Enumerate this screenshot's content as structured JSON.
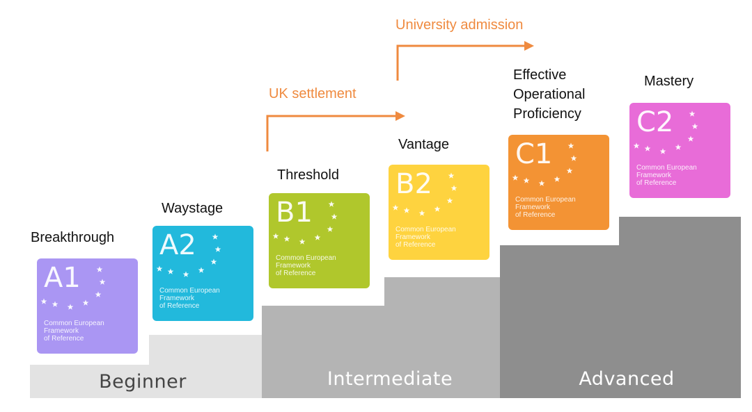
{
  "groups": [
    {
      "label": "Beginner",
      "color": "#444444"
    },
    {
      "label": "Intermediate",
      "color": "#ffffff"
    },
    {
      "label": "Advanced",
      "color": "#ffffff"
    }
  ],
  "levels": [
    {
      "code": "A1",
      "name_lines": [
        "Breakthrough"
      ],
      "color": "#aa96f3",
      "cef_lines": [
        "Common European",
        "Framework",
        "of Reference"
      ]
    },
    {
      "code": "A2",
      "name_lines": [
        "Waystage"
      ],
      "color": "#22b9dc",
      "cef_lines": [
        "Common European",
        "Framework",
        "of Reference"
      ]
    },
    {
      "code": "B1",
      "name_lines": [
        "Threshold"
      ],
      "color": "#b0c72c",
      "cef_lines": [
        "Common European",
        "Framework",
        "of Reference"
      ]
    },
    {
      "code": "B2",
      "name_lines": [
        "Vantage"
      ],
      "color": "#fed33f",
      "cef_lines": [
        "Common European",
        "Framework",
        "of Reference"
      ]
    },
    {
      "code": "C1",
      "name_lines": [
        "Effective",
        "Operational",
        "Proficiency"
      ],
      "color": "#f39334",
      "cef_lines": [
        "Common European",
        "Framework",
        "of Reference"
      ]
    },
    {
      "code": "C2",
      "name_lines": [
        "Mastery"
      ],
      "color": "#e86cd8",
      "cef_lines": [
        "Common European",
        "Framework",
        "of Reference"
      ]
    }
  ],
  "pathways": [
    {
      "label": "UK settlement"
    },
    {
      "label": "University admission"
    }
  ],
  "colors": {
    "accent": "#ef8a3f",
    "step_light": "#e3e3e3",
    "step_mid": "#b4b4b4",
    "step_dark": "#8e8e8e"
  }
}
